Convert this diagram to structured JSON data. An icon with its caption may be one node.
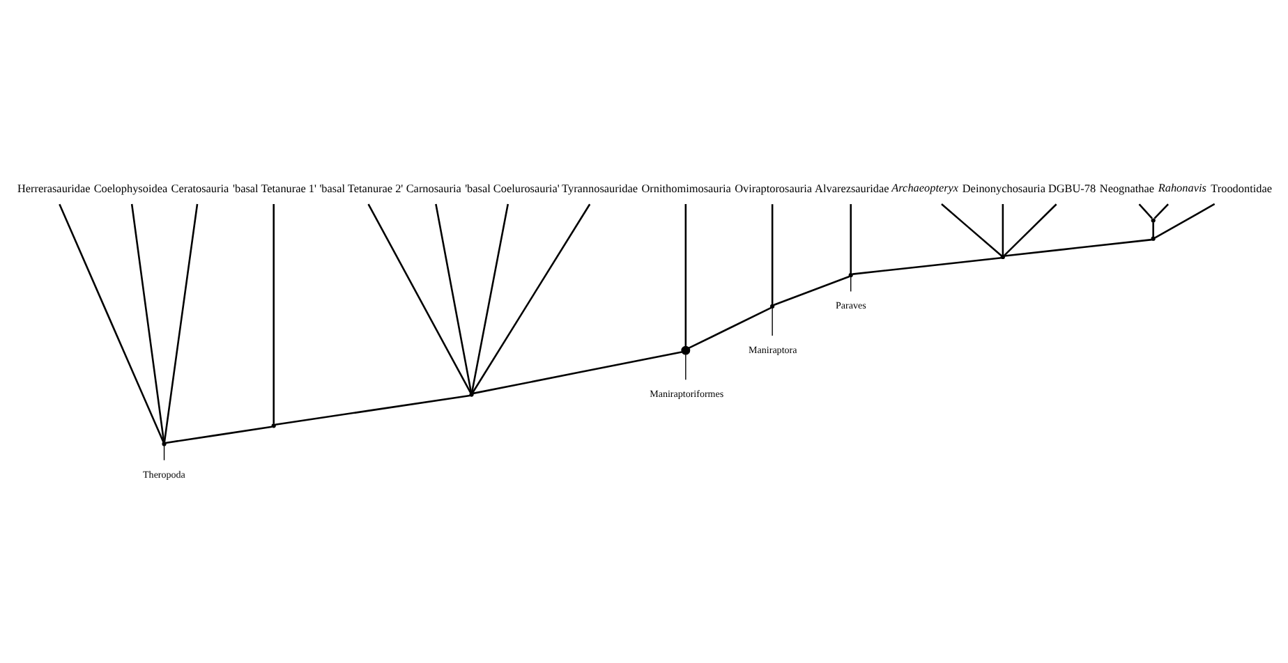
{
  "diagram": {
    "nodes": [
      {
        "text": [
          "Herrerasauridae"
        ]
      },
      {
        "text": [
          "Coelophysoidea"
        ]
      },
      {
        "text": [
          "Ceratosauria"
        ]
      },
      {
        "text": [
          "'basal Tetanurae 1'"
        ]
      },
      {
        "text": [
          "'basal Tetanurae 2'"
        ]
      },
      {
        "text": [
          "Carnosauria"
        ]
      },
      {
        "text": [
          "'basal Coelurosauria'"
        ]
      },
      {
        "text": [
          "Tyrannosauridae"
        ]
      },
      {
        "text": [
          "Ornithomimosauria"
        ]
      },
      {
        "text": [
          "Oviraptorosauria"
        ]
      },
      {
        "text": [
          "Alvarezsauridae"
        ]
      },
      {
        "text": [
          "Troodontidae"
        ]
      },
      {
        "text": [
          "Rahonavis"
        ]
      },
      {
        "text": [
          "Neognathae"
        ]
      },
      {
        "text": [
          "Archaeopteryx"
        ]
      },
      {
        "text": [
          "Deinonychosauria"
        ]
      },
      {
        "text": [
          "DGBU-78"
        ]
      },
      {
        "text": [],
        "shape": "point"
      },
      {
        "text": [],
        "shape": "point"
      },
      {
        "text": [],
        "shape": "point"
      },
      {
        "text": [],
        "shape": "point"
      },
      {
        "text": [],
        "shape": "point"
      },
      {
        "text": [],
        "shape": "circle"
      },
      {
        "text": [],
        "shape": "point"
      },
      {
        "text": [],
        "shape": "point"
      },
      {
        "text": [],
        "shape": "point"
      },
      {
        "text": [
          "Paraves"
        ]
      },
      {
        "text": [
          "Maniraptora"
        ]
      },
      {
        "text": [
          "Maniraptoriformes"
        ]
      },
      {
        "text": [
          "Theropoda"
        ]
      }
    ],
    "edges": [
      {
        "from": 25,
        "to": 0,
        "arrow": "none"
      },
      {
        "from": 25,
        "to": 1,
        "arrow": "none"
      },
      {
        "from": 25,
        "to": 2,
        "arrow": "none"
      },
      {
        "from": 25,
        "to": 24,
        "arrow": "none"
      },
      {
        "from": 24,
        "to": 3,
        "arrow": "none"
      },
      {
        "from": 24,
        "to": 23,
        "arrow": "none"
      },
      {
        "from": 23,
        "to": 4,
        "arrow": "none"
      },
      {
        "from": 23,
        "to": 5,
        "arrow": "none"
      },
      {
        "from": 23,
        "to": 6,
        "arrow": "none"
      },
      {
        "from": 23,
        "to": 7,
        "arrow": "none"
      },
      {
        "from": 23,
        "to": 22,
        "arrow": "none"
      },
      {
        "from": 22,
        "to": 8,
        "arrow": "none"
      },
      {
        "from": 22,
        "to": 21,
        "arrow": "none"
      },
      {
        "from": 21,
        "to": 9,
        "arrow": "none"
      },
      {
        "from": 21,
        "to": 20,
        "arrow": "none"
      },
      {
        "from": 20,
        "to": 10,
        "arrow": "none"
      },
      {
        "from": 20,
        "to": 19,
        "arrow": "none"
      },
      {
        "from": 19,
        "to": 18,
        "arrow": "none"
      },
      {
        "from": 19,
        "to": 14,
        "arrow": "none"
      },
      {
        "from": 19,
        "to": 15,
        "arrow": "none"
      },
      {
        "from": 19,
        "to": 16,
        "arrow": "none"
      },
      {
        "from": 18,
        "to": 11,
        "arrow": "none"
      },
      {
        "from": 18,
        "to": 17,
        "arrow": "none"
      },
      {
        "from": 17,
        "to": 12,
        "arrow": "none"
      },
      {
        "from": 17,
        "to": 13,
        "arrow": "none"
      },
      {
        "from": 26,
        "to": 20,
        "arrow": "none"
      },
      {
        "from": 27,
        "to": 21,
        "arrow": "none"
      },
      {
        "from": 28,
        "to": 22,
        "arrow": "none"
      },
      {
        "from": 29,
        "to": 25,
        "arrow": "none"
      }
    ]
  }
}
